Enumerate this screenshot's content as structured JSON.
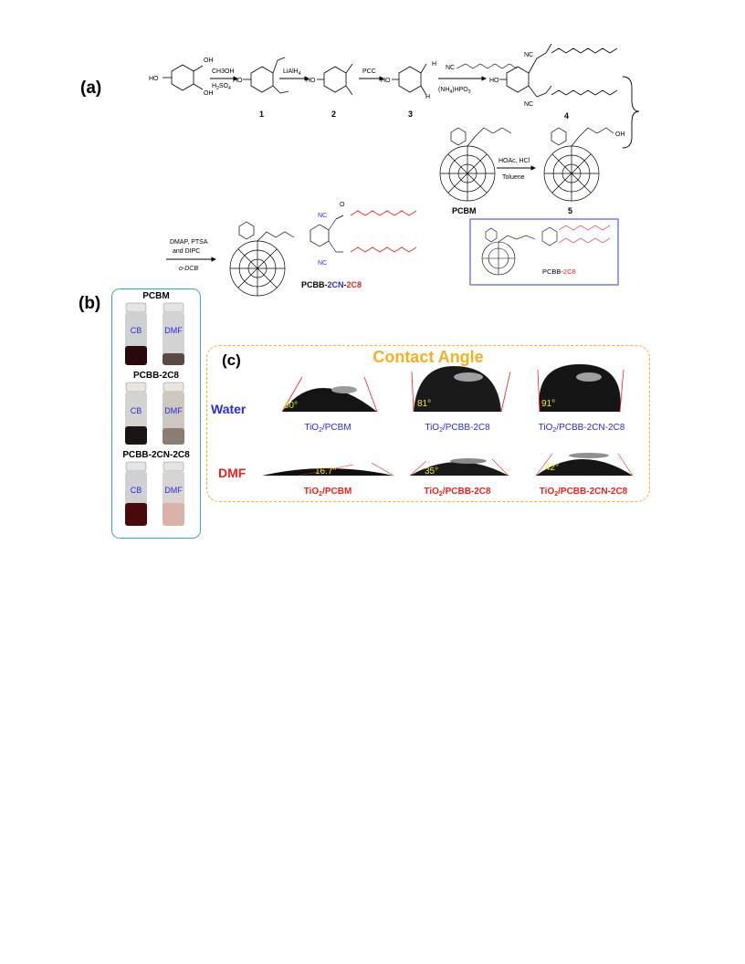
{
  "panel_a": {
    "label": "(a)",
    "reagents": {
      "step1_top": "CH3OH",
      "step1_bottom_main": "H",
      "step1_bottom_sub2": "2",
      "step1_bottom_mid": "SO",
      "step1_bottom_sub4": "4",
      "step2_main": "LiAlH",
      "step2_sub": "4",
      "step3": "PCC",
      "step4_top": "NC",
      "step4_bottom_a": "(NH",
      "step4_bottom_sub4": "4",
      "step4_bottom_b": ")HPO",
      "step4_bottom_sub3": "3",
      "step5_top": "HOAc, HCl",
      "step5_bottom": "Toluene",
      "step6_line1": "DMAP,  PTSA",
      "step6_line2": "and  DIPC",
      "step6_line3": "o-DCB"
    },
    "compounds": {
      "c1": "1",
      "c2": "2",
      "c3": "3",
      "c4": "4",
      "c5": "5",
      "pcbm": "PCBM",
      "product_a": "PCBB-",
      "product_b": "2CN",
      "product_c": "-",
      "product_d": "2C8",
      "boxed_a": "PCBB-",
      "boxed_b": "2C8"
    },
    "atoms": {
      "ho": "HO",
      "oh": "OH",
      "h": "H",
      "nc": "NC",
      "o": "O"
    }
  },
  "panel_b": {
    "label": "(b)",
    "groups": [
      {
        "title": "PCBM",
        "left": "CB",
        "right": "DMF"
      },
      {
        "title": "PCBB-2C8",
        "left": "CB",
        "right": "DMF"
      },
      {
        "title": "PCBB-2CN-2C8",
        "left": "CB",
        "right": "DMF"
      }
    ]
  },
  "panel_c": {
    "label": "(c)",
    "title": "Contact Angle",
    "rows": [
      {
        "liquid": "Water",
        "angles": [
          "60°",
          "81°",
          "91°"
        ],
        "captions": [
          {
            "a": "TiO",
            "sub": "2",
            "b": "/PCBM"
          },
          {
            "a": "TiO",
            "sub": "2",
            "b": "/PCBB-2C8"
          },
          {
            "a": "TiO",
            "sub": "2",
            "b": "/PCBB-2CN-2C8"
          }
        ]
      },
      {
        "liquid": "DMF",
        "angles": [
          "16.7°",
          "35°",
          "42°"
        ],
        "captions": [
          {
            "a": "TiO",
            "sub": "2",
            "b": "/PCBM"
          },
          {
            "a": "TiO",
            "sub": "2",
            "b": "/PCBB-2C8"
          },
          {
            "a": "TiO",
            "sub": "2",
            "b": "/PCBB-2CN-2C8"
          }
        ]
      }
    ]
  },
  "colors": {
    "blue": "#2a2adf",
    "red": "#e8221e",
    "orange": "#f2b11f",
    "teal": "#3fa9b8",
    "box": "#3a3adf"
  }
}
